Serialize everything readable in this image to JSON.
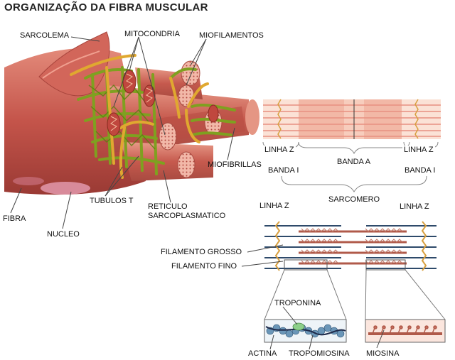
{
  "title": "ORGANIZAÇÃO DA FIBRA MUSCULAR",
  "labels": {
    "sarcolema": "SARCOLEMA",
    "mitocondria": "MITOCONDRIA",
    "miofilamentos": "MIOFILAMENTOS",
    "miofibrillas": "MIOFIBRILLAS",
    "linha_z": "LINHA Z",
    "banda_a": "BANDA A",
    "banda_i": "BANDA I",
    "sarcomero": "SARCOMERO",
    "fibra": "FIBRA",
    "nucleo": "NUCLEO",
    "tubulos_t": "TUBULOS T",
    "reticulo_1": "RETICULO",
    "reticulo_2": "SARCOPLASMATICO",
    "filamento_grosso": "FILAMENTO GROSSO",
    "filamento_fino": "FILAMENTO FINO",
    "troponina": "TROPONINA",
    "actina": "ACTINA",
    "tropomiosina": "TROPOMIOSINA",
    "miosina": "MIOSINA"
  },
  "colors": {
    "muscle": "#c85a4e",
    "muscle_light": "#e8907e",
    "reticulum": "#7fa020",
    "tubule": "#e0a830",
    "band_light": "#fbe2d6",
    "band_dark": "#f0a890",
    "thin_filament": "#2e4a6a",
    "thick_filament": "#b05a4a"
  }
}
